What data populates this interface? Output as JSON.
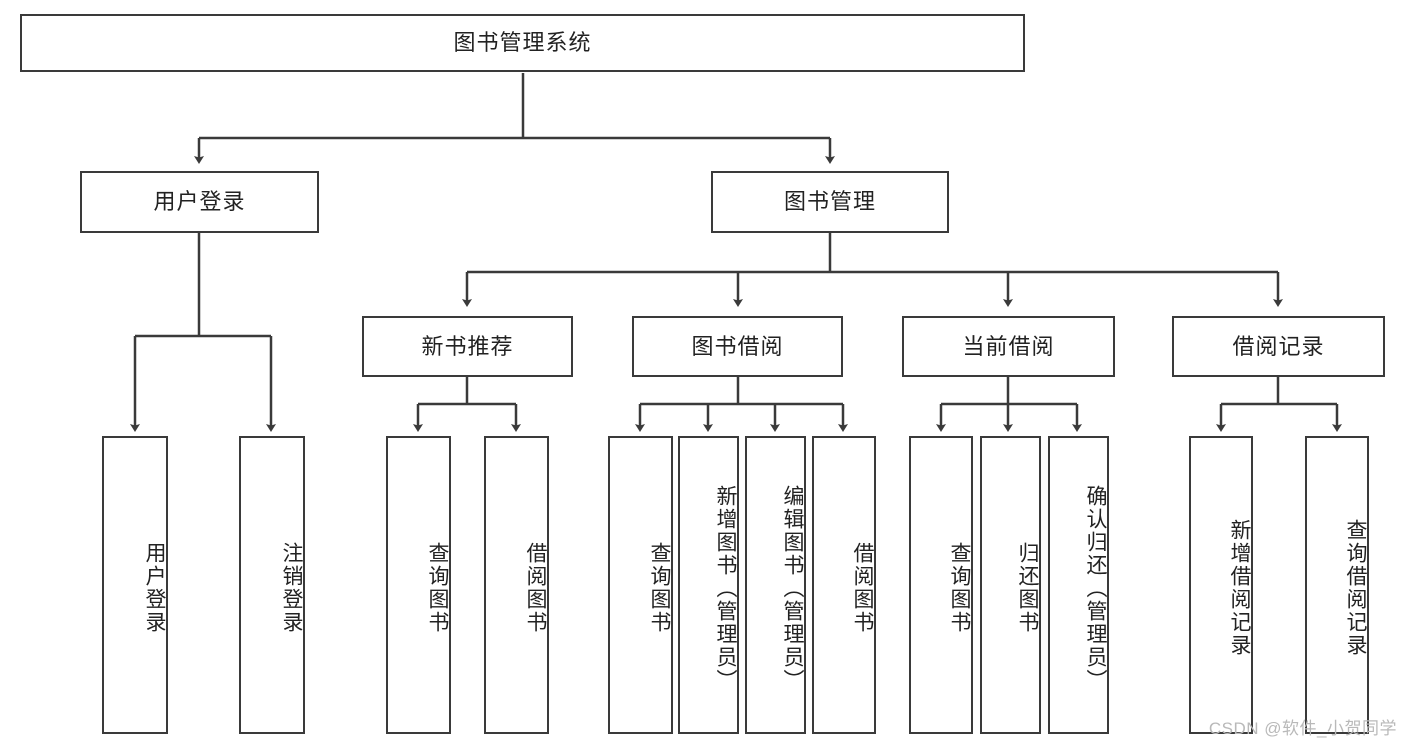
{
  "diagram": {
    "title": "图书管理系统",
    "type": "tree",
    "root": {
      "label": "图书管理系统"
    },
    "level2": [
      {
        "label": "用户登录"
      },
      {
        "label": "图书管理"
      }
    ],
    "level3": [
      {
        "label": "新书推荐"
      },
      {
        "label": "图书借阅"
      },
      {
        "label": "当前借阅"
      },
      {
        "label": "借阅记录"
      }
    ],
    "leaves": {
      "user_login": [
        {
          "label": "用户登录"
        },
        {
          "label": "注销登录"
        }
      ],
      "new_book_recommend": [
        {
          "label": "查询图书"
        },
        {
          "label": "借阅图书"
        }
      ],
      "book_borrow": [
        {
          "label": "查询图书"
        },
        {
          "label": "新增图书（管理员）"
        },
        {
          "label": "编辑图书（管理员）"
        },
        {
          "label": "借阅图书"
        }
      ],
      "current_borrow": [
        {
          "label": "查询图书"
        },
        {
          "label": "归还图书"
        },
        {
          "label": "确认归还（管理员）"
        }
      ],
      "borrow_record": [
        {
          "label": "新增借阅记录"
        },
        {
          "label": "查询借阅记录"
        }
      ]
    }
  },
  "watermark": {
    "text": "CSDN @软件_小贺同学"
  },
  "colors": {
    "border": "#3a3a3a",
    "text": "#222222",
    "background": "#ffffff",
    "watermark": "#b9b9b9"
  }
}
